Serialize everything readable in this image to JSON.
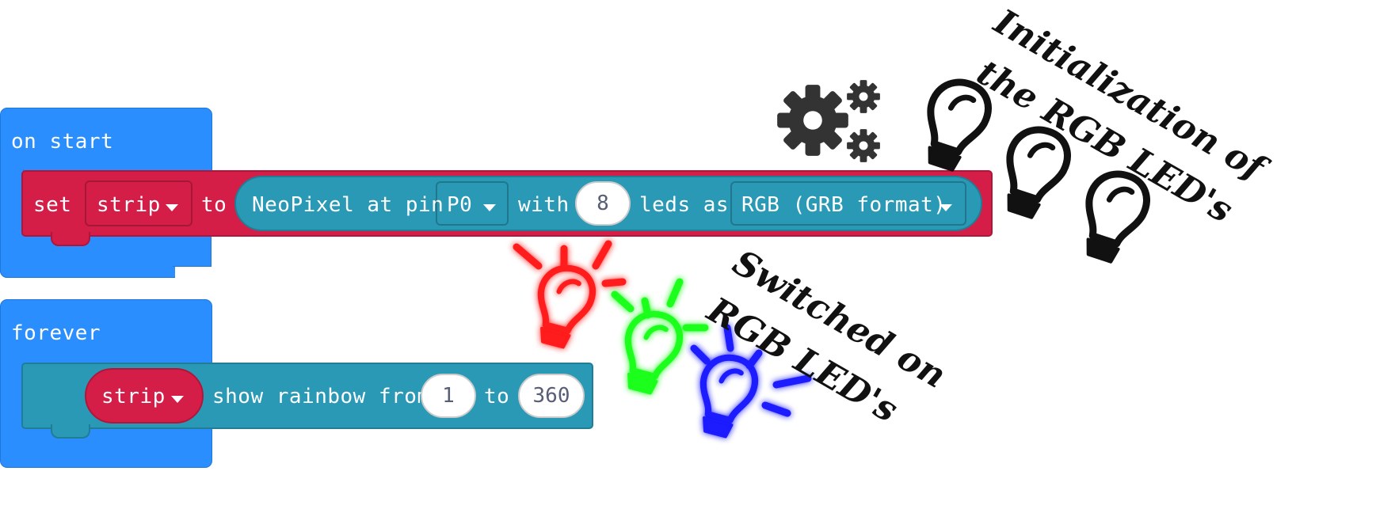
{
  "on_start": {
    "hat_label": "on start",
    "set_label": "set",
    "var_name": "strip",
    "to_label": "to",
    "neopixel_label": "NeoPixel at pin",
    "pin": "P0",
    "with_label": "with",
    "led_count": "8",
    "leds_as_label": "leds as",
    "format": "RGB (GRB format)"
  },
  "forever": {
    "hat_label": "forever",
    "var_name": "strip",
    "show_rainbow_label": "show rainbow from",
    "from_value": "1",
    "to_label": "to",
    "to_value": "360"
  },
  "annotations": {
    "init_line1": "Initialization of",
    "init_line2": "the RGB LED's",
    "switched_line1": "Switched on",
    "switched_line2": "RGB LED's"
  },
  "colors": {
    "hat_blue": "#2b8eff",
    "set_red": "#d51e47",
    "neopixel_teal": "#2a99b5",
    "bulb_red": "#ff1a1a",
    "bulb_green": "#1aff1a",
    "bulb_blue": "#1a1aff"
  },
  "icons": [
    "gears-icon",
    "lightbulb-icon"
  ]
}
